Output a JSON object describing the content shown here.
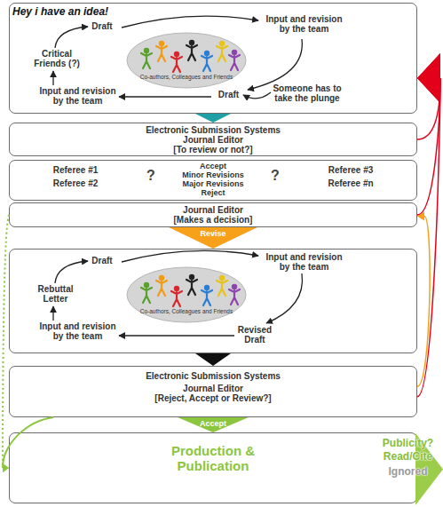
{
  "diagram": {
    "nodes": [
      {
        "text": [
          "Hey i have an idea!",
          "Draft",
          "Input and revision by the team",
          "Critical Friends (?)",
          "Input and revision by the team",
          "Draft",
          "Someone has to take the plunge"
        ]
      },
      {
        "text": [
          "Co-authors, Colleagues and Friends"
        ],
        "in": 0
      },
      {
        "text": [
          "Electronic Submission Systems",
          "Journal Editor",
          "[To review or not?]"
        ]
      },
      {
        "text": [
          "Referee #1",
          "Referee #2",
          "?",
          "Accept",
          "Minor Revisions",
          "Major Revisions",
          "Reject",
          "?",
          "Referee #3",
          "Referee #n"
        ]
      },
      {
        "text": [
          "Journal Editor",
          "[Makes a decision]"
        ]
      },
      {
        "text": [
          "Draft",
          "Input and revision by the team",
          "Rebuttal Letter",
          "Input and revision by the team",
          "Revised Draft"
        ]
      },
      {
        "text": [
          "Co-authors, Colleagues and Friends"
        ],
        "in": 5
      },
      {
        "text": [
          "Electronic Submission Systems",
          "Journal Editor",
          "[Reject, Accept or Review?]"
        ]
      },
      {
        "text": [
          "Production & Publication"
        ]
      },
      {
        "text": [
          "Publicity? Read/Cite",
          "Ignored"
        ]
      }
    ],
    "edges": [
      {
        "from": 0,
        "to": 2,
        "arrow": "to"
      },
      {
        "from": 4,
        "to": 5,
        "label": "Revise",
        "arrow": "to"
      },
      {
        "from": 5,
        "to": 7,
        "arrow": "to"
      },
      {
        "from": 7,
        "to": 8,
        "label": "Accept",
        "arrow": "to"
      },
      {
        "from": 2,
        "to": 0,
        "arrow": "to"
      },
      {
        "from": 4,
        "to": 0,
        "arrow": "to"
      },
      {
        "from": 7,
        "to": 0,
        "arrow": "to"
      },
      {
        "from": 7,
        "to": 4,
        "arrow": "to"
      },
      {
        "from": 7,
        "to": 8,
        "arrow": "to"
      },
      {
        "from": 4,
        "to": 8,
        "arrow": "to"
      }
    ]
  }
}
